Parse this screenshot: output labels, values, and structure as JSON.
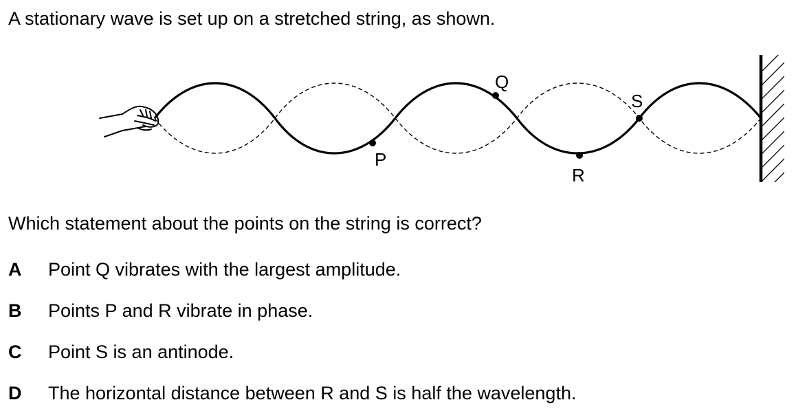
{
  "intro": "A stationary wave is set up on a stretched string, as shown.",
  "diagram": {
    "point_labels": {
      "P": "P",
      "Q": "Q",
      "R": "R",
      "S": "S"
    }
  },
  "question": "Which statement about the points on the string is correct?",
  "options": [
    {
      "letter": "A",
      "text": "Point Q vibrates with the largest amplitude."
    },
    {
      "letter": "B",
      "text": "Points P and R vibrate in phase."
    },
    {
      "letter": "C",
      "text": "Point S is an antinode."
    },
    {
      "letter": "D",
      "text": "The horizontal distance between R and S is half the wavelength."
    }
  ]
}
